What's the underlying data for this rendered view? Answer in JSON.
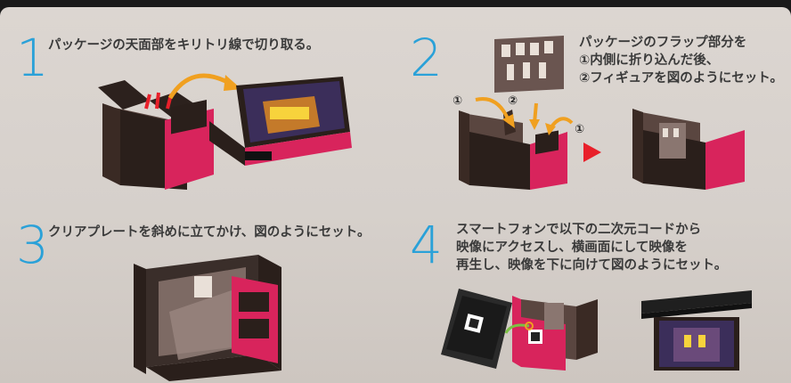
{
  "steps": [
    {
      "number": "1",
      "text": "パッケージの天面部をキリトリ線で切り取る。"
    },
    {
      "number": "2",
      "lines": [
        "パッケージのフラップ部分を",
        "①内側に折り込んだ後、",
        "②フィギュアを図のようにセット。"
      ]
    },
    {
      "number": "3",
      "text": "クリアプレートを斜めに立てかけ、図のようにセット。"
    },
    {
      "number": "4",
      "lines": [
        "スマートフォンで以下の二次元コードから",
        "映像にアクセスし、横画面にして映像を",
        "再生し、映像を下に向けて図のようにセット。"
      ]
    }
  ],
  "markers": {
    "one": "①",
    "two": "②"
  },
  "colors": {
    "accent_blue": "#2aa1d8",
    "arrow_orange": "#f0a020",
    "mark_red": "#e8202a",
    "box_brown": "#3a2a24",
    "box_pink": "#d8245c"
  }
}
